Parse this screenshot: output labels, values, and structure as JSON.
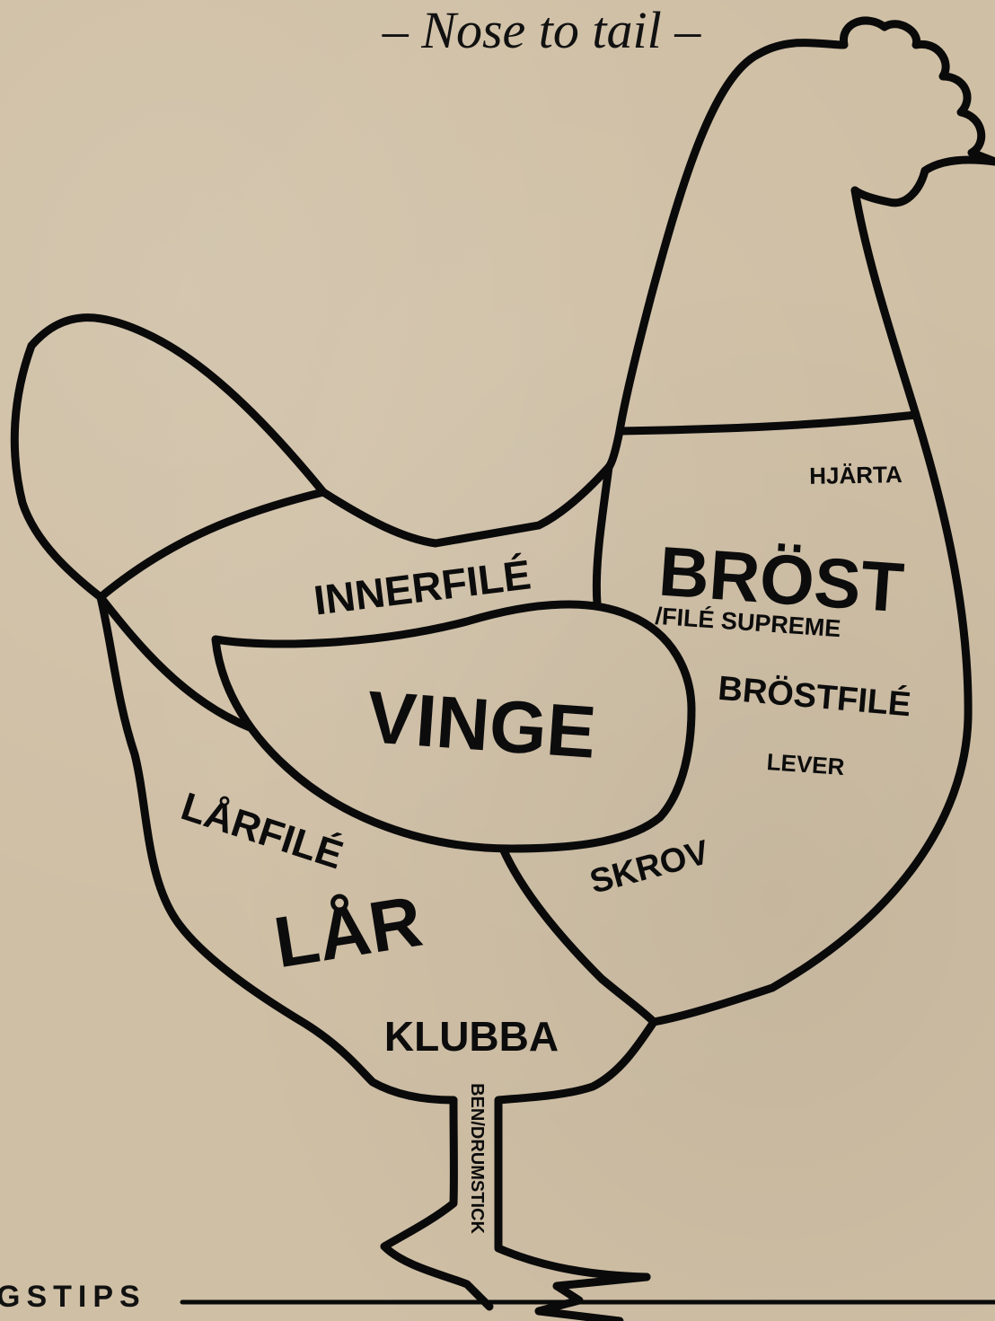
{
  "header": {
    "title": "– Nose to tail –"
  },
  "diagram": {
    "subject": "chicken cuts",
    "stroke_color": "#0a0a0a",
    "paper_color": "#cfbfa5",
    "labels": {
      "hjarta": "HJÄRTA",
      "brost": "BRÖST",
      "file_supreme": "/FILÉ SUPREME",
      "brostfile": "BRÖSTFILÉ",
      "lever": "LEVER",
      "innerfile": "INNERFILÉ",
      "vinge": "VINGE",
      "skrov": "SKROV",
      "larfile": "LÅRFILÉ",
      "lar": "LÅR",
      "klubba": "KLUBBA",
      "ben_drumstick": "BEN/DRUMSTICK"
    }
  },
  "footer": {
    "section_label": "GSTIPS"
  }
}
